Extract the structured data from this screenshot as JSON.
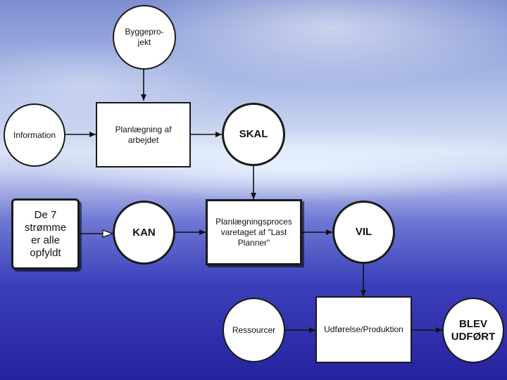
{
  "diagram": {
    "nodes": {
      "byggeprojekt": "Byggepro-\njekt",
      "information": "Information",
      "planlaegning": "Planlægning af\narbejdet",
      "skal": "SKAL",
      "de7": "De 7\nstrømme\ner alle\nopfyldt",
      "kan": "KAN",
      "lastplanner": "Planlægningsproces\nvaretaget af \"Last\nPlanner\"",
      "vil": "VIL",
      "ressourcer": "Ressourcer",
      "udfoerelse": "Udførelse/Produktion",
      "blev": "BLEV\nUDFØRT"
    },
    "edges": [
      [
        "byggeprojekt",
        "planlaegning"
      ],
      [
        "information",
        "planlaegning"
      ],
      [
        "planlaegning",
        "skal"
      ],
      [
        "skal",
        "lastplanner"
      ],
      [
        "de7",
        "kan"
      ],
      [
        "kan",
        "lastplanner"
      ],
      [
        "lastplanner",
        "vil"
      ],
      [
        "vil",
        "udfoerelse"
      ],
      [
        "ressourcer",
        "udfoerelse"
      ],
      [
        "udfoerelse",
        "blev"
      ]
    ]
  }
}
